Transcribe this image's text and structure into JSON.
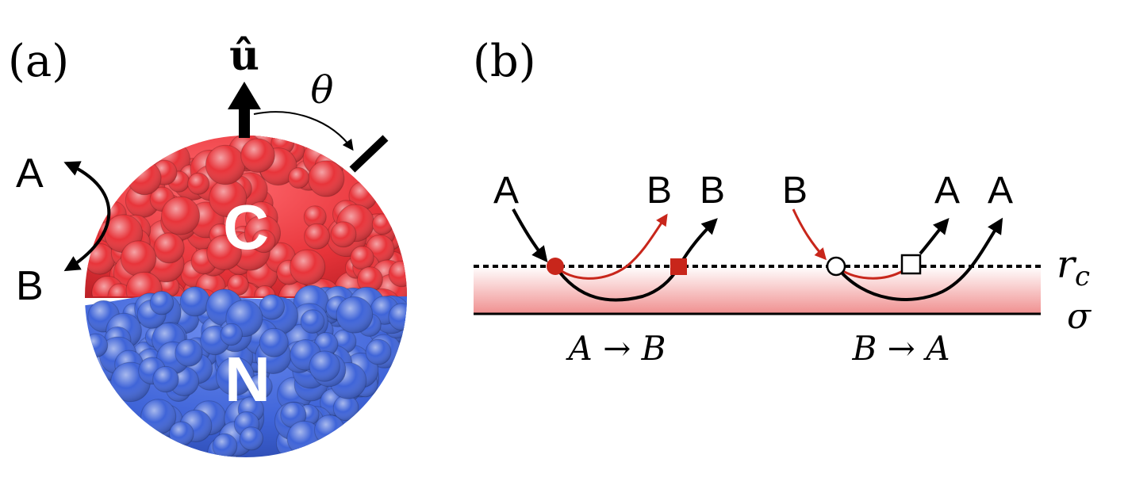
{
  "panel_a": {
    "label": "(a)",
    "vector_label": "û",
    "angle_label": "θ",
    "state_a": "A",
    "state_b": "B",
    "cap_label": "C",
    "bottom_label": "N",
    "colors": {
      "cap": "#e8343a",
      "bottom": "#3f64d8",
      "arrow": "#000000"
    }
  },
  "panel_b": {
    "label": "(b)",
    "left": {
      "start": "A",
      "end_red": "B",
      "end_black": "B",
      "caption": "A → B"
    },
    "right": {
      "start": "B",
      "end_red": "A",
      "end_black": "A",
      "caption": "B → A"
    },
    "rc_label": "r",
    "rc_sub": "c",
    "sigma_label": "σ",
    "colors": {
      "red": "#c8261b",
      "black": "#000000",
      "band": "#f08f8f"
    }
  }
}
